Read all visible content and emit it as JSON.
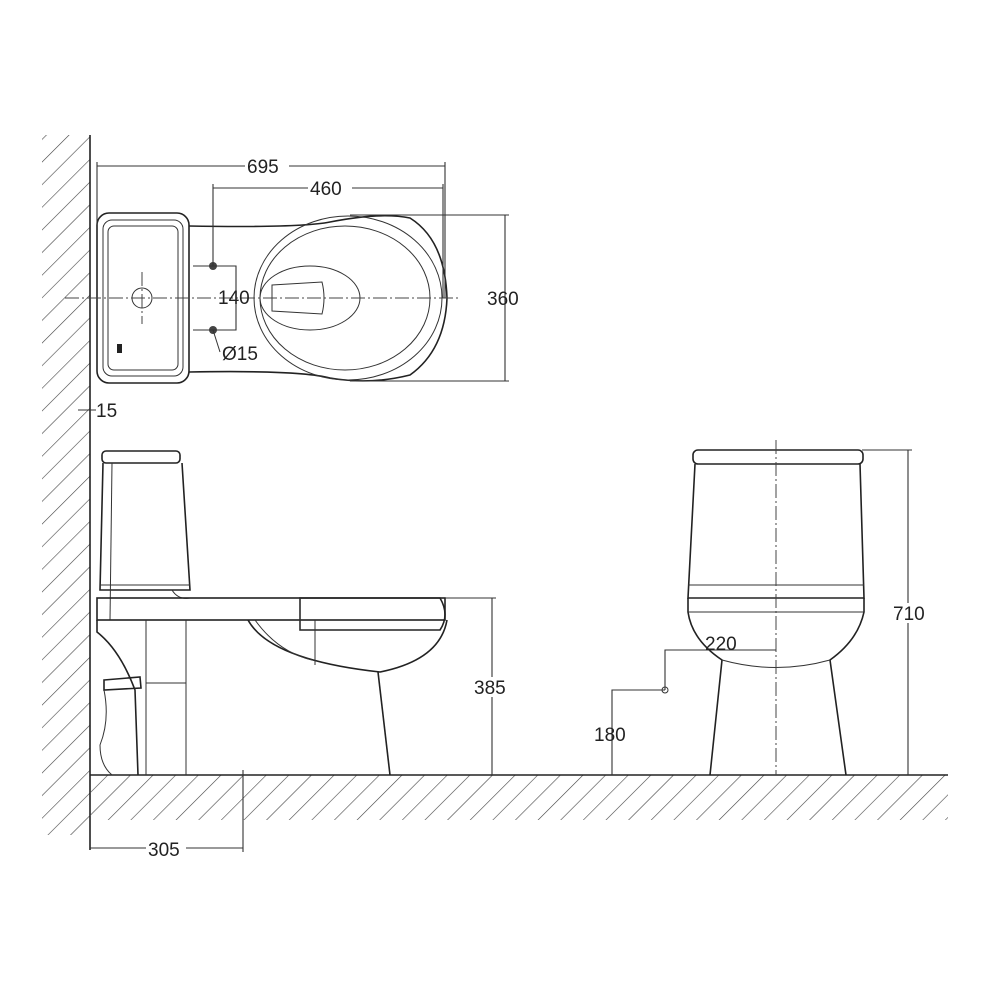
{
  "dimensions": {
    "overall_length": "695",
    "outlet_to_front": "460",
    "width": "360",
    "bolt_spacing": "140",
    "bolt_diameter": "Ø15",
    "wall_gap": "15",
    "rough_in": "305",
    "seat_height": "385",
    "total_height": "710",
    "water_inlet_offset": "220",
    "water_inlet_height": "180"
  },
  "colors": {
    "line": "#222222",
    "background": "#ffffff"
  }
}
